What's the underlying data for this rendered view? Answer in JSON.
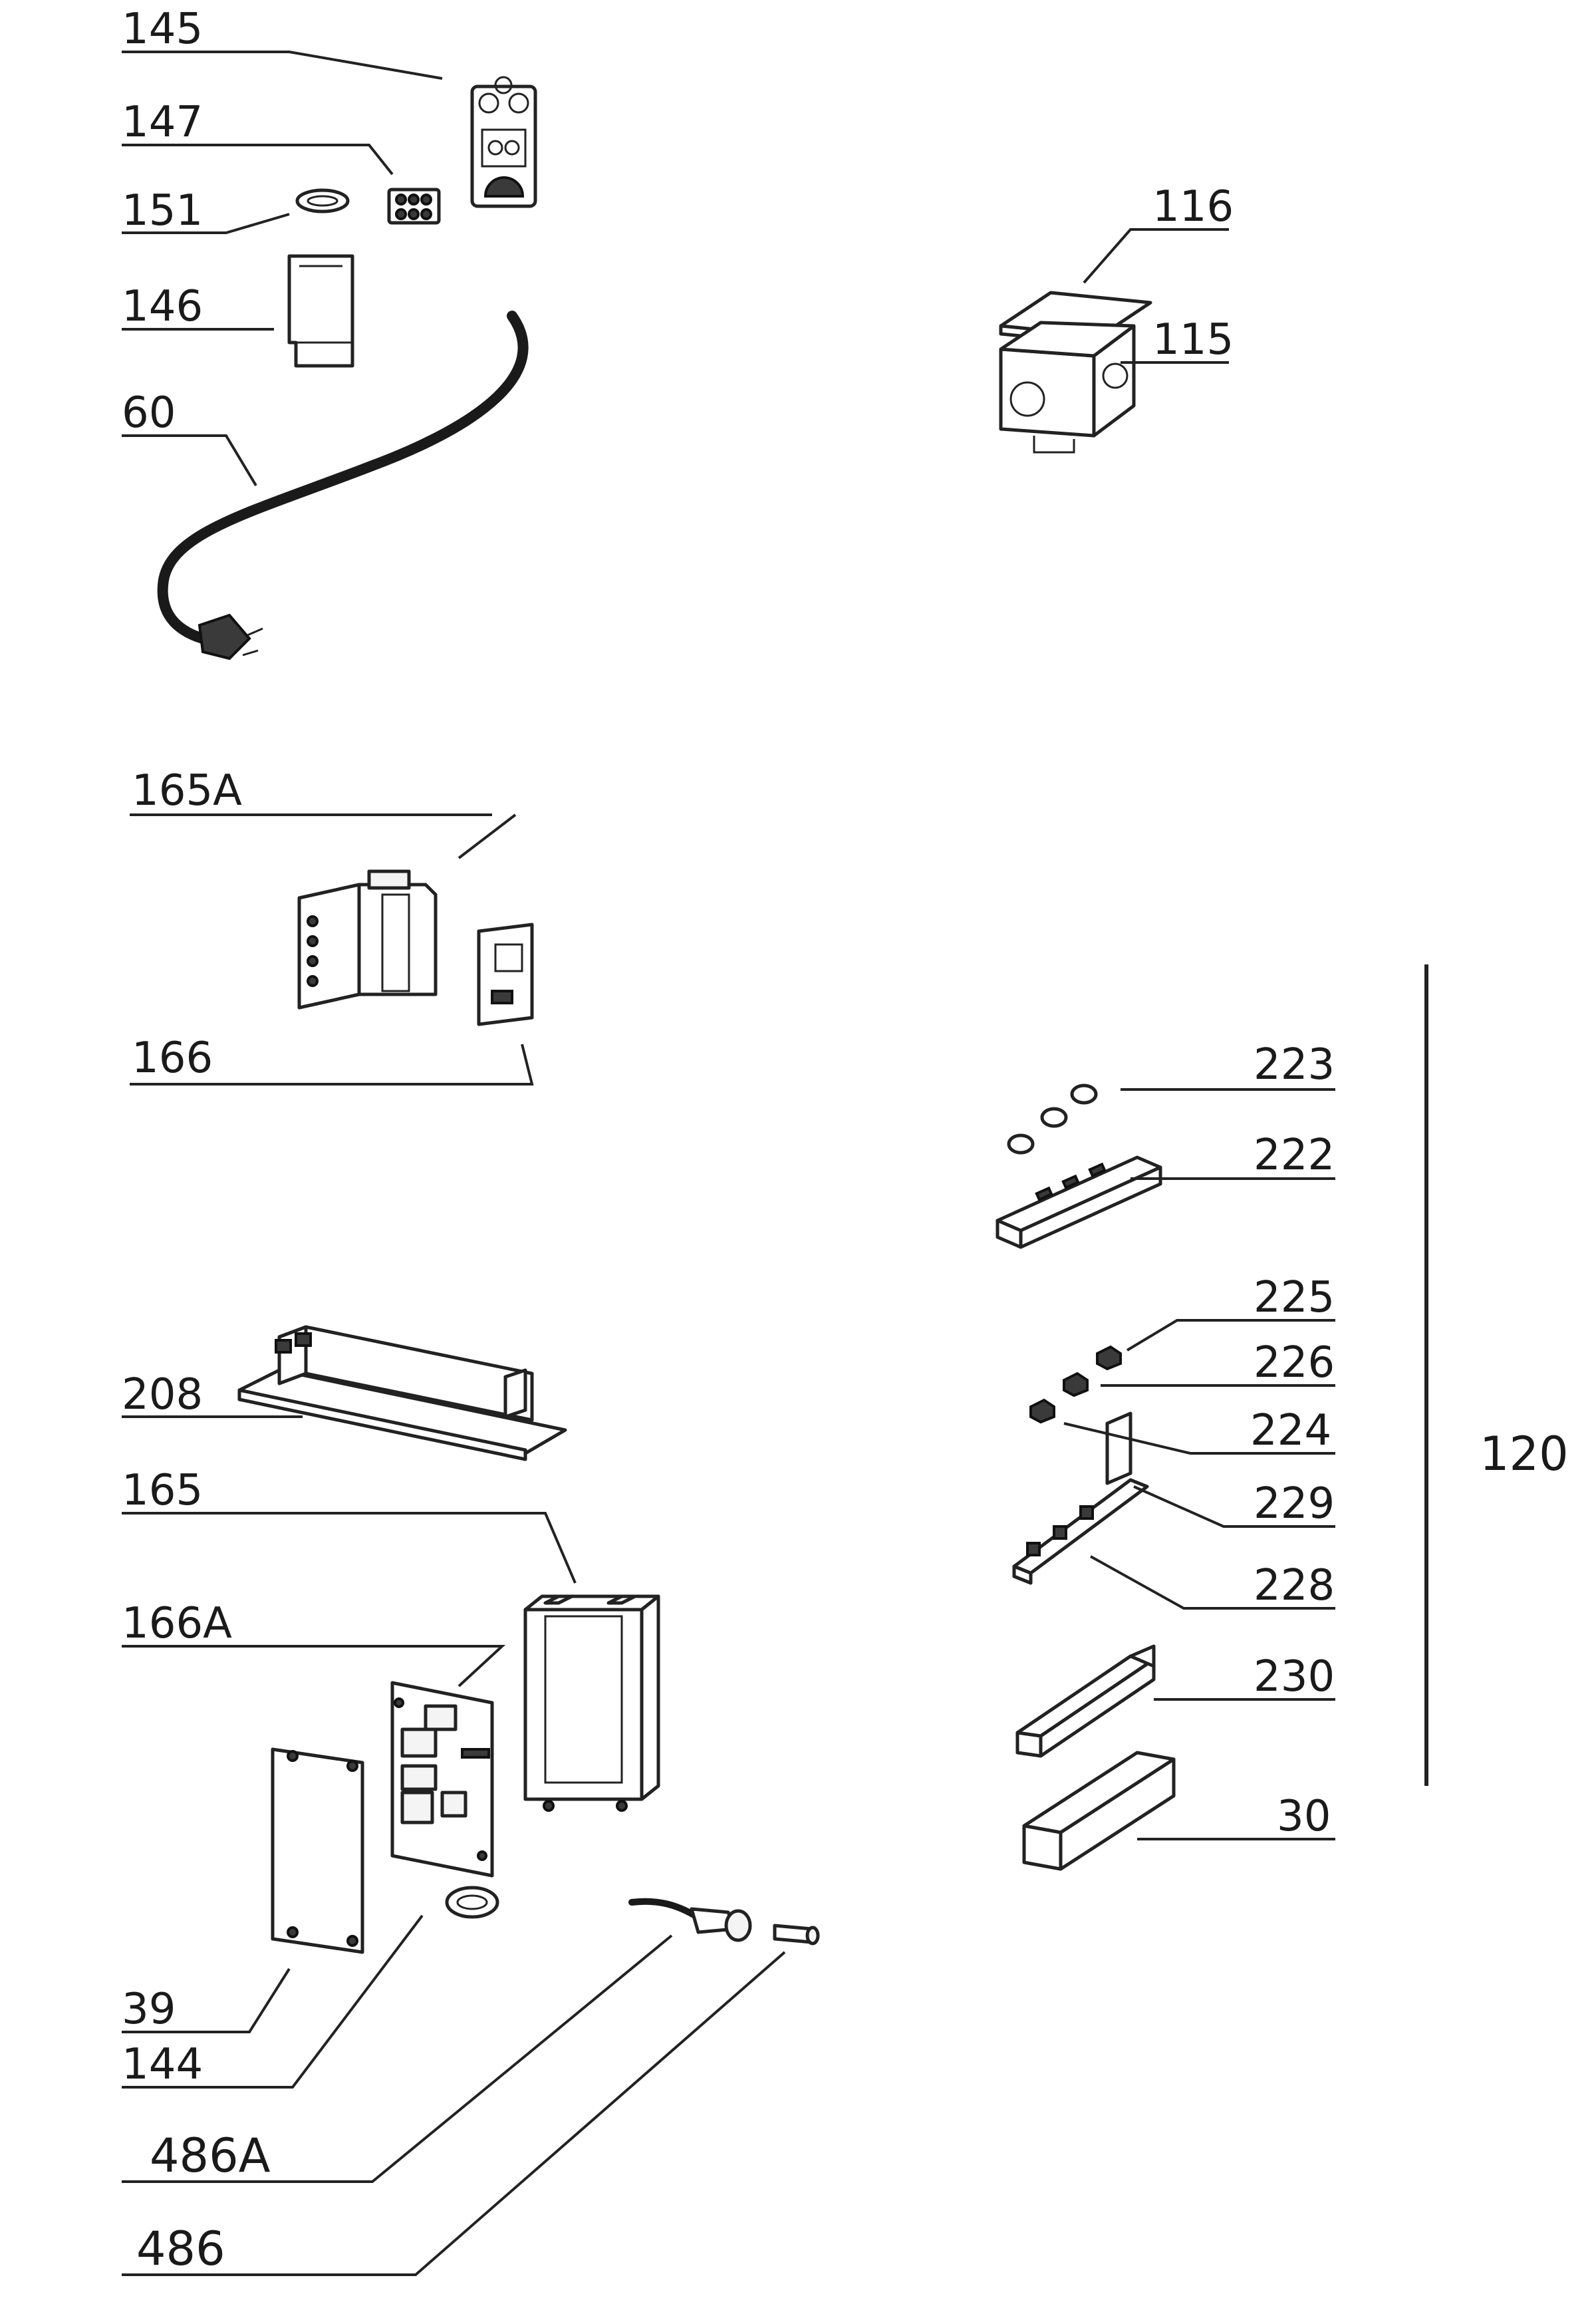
{
  "labels": {
    "l145": "145",
    "l147": "147",
    "l151": "151",
    "l146": "146",
    "l60": "60",
    "l116": "116",
    "l115": "115",
    "l165A": "165A",
    "l166": "166",
    "l223": "223",
    "l222": "222",
    "l225": "225",
    "l226": "226",
    "l224": "224",
    "l229": "229",
    "l228": "228",
    "l230": "230",
    "l30": "30",
    "l120": "120",
    "l208": "208",
    "l165": "165",
    "l166A": "166A",
    "l39": "39",
    "l144": "144",
    "l486A": "486A",
    "l486": "486"
  },
  "colors": {
    "ink": "#222222",
    "background": "#ffffff"
  }
}
